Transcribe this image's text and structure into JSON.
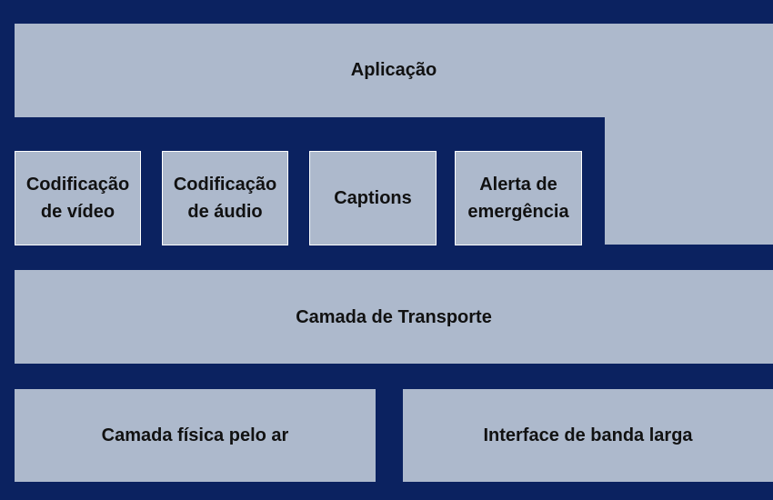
{
  "diagram": {
    "application": "Aplicação",
    "modules": [
      {
        "label": "Codificação\nde vídeo"
      },
      {
        "label": "Codificação\nde áudio"
      },
      {
        "label": "Captions"
      },
      {
        "label": "Alerta de\nemergência"
      }
    ],
    "transport": "Camada de Transporte",
    "physical": "Camada física pelo ar",
    "broadband": "Interface de banda larga"
  },
  "colors": {
    "background": "#0b2260",
    "box_fill": "#adb9cc",
    "text": "#111111"
  }
}
